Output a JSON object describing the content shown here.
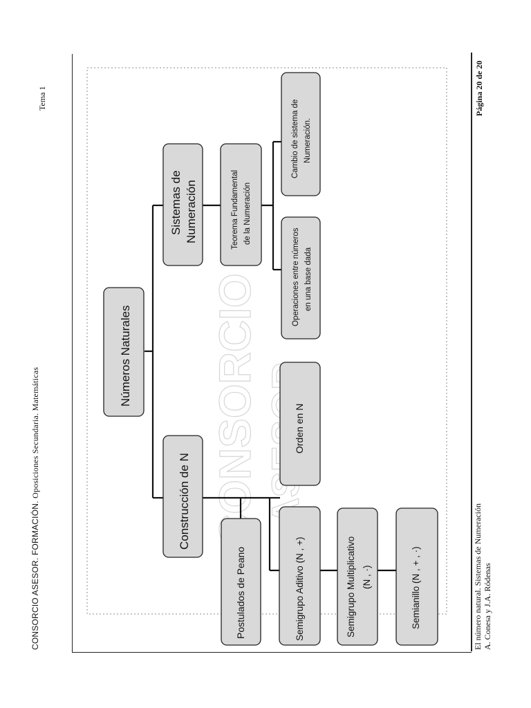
{
  "header": {
    "org": "CONSORCIO ASESOR. FORMACIÓN.",
    "course": "Oposiciones Secundaria. Matemáticas",
    "topic": "Tema 1"
  },
  "footer": {
    "title": "El número natural. Sistemas de Numeración",
    "authors": "A. Conesa  y J.A. Ródenas",
    "page": "Página 20 de 20"
  },
  "watermark": {
    "line1": "CONSORCIO",
    "line2": "ASESOR"
  },
  "diagram": {
    "root": "Números Naturales",
    "construccion": "Construcción de N",
    "sistemas": [
      "Sistemas de",
      "Numeración"
    ],
    "peano": "Postulados de Peano",
    "orden": "Orden en N",
    "aditivo": "Semigrupo Aditivo  (N , +)",
    "multiplicativo": [
      "Semigrupo Multiplicativo",
      "(N , ·)"
    ],
    "semianillo": "Semianillo (N , + , ·)",
    "teorema": [
      "Teorema Fundamental",
      "de la Numeración"
    ],
    "operaciones": [
      "Operaciones entre números",
      "en una base dada"
    ],
    "cambio": [
      "Cambio de sistema de",
      "Numeración."
    ]
  }
}
